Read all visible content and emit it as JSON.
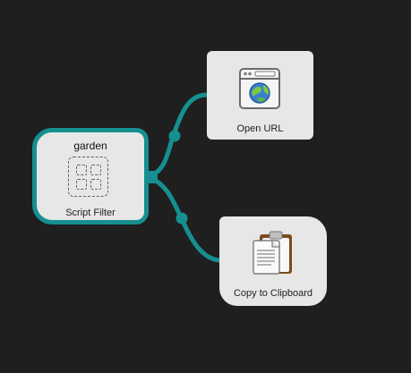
{
  "workflow": {
    "nodes": [
      {
        "title": "garden",
        "label": "Script Filter",
        "icon": "script-filter-icon",
        "selected": true
      },
      {
        "label": "Open URL",
        "icon": "browser-globe-icon",
        "selected": false
      },
      {
        "label": "Copy to Clipboard",
        "icon": "clipboard-icon",
        "selected": false
      }
    ],
    "colors": {
      "canvas": "#1f1f1f",
      "node": "#e7e7e7",
      "connection": "#168f90"
    }
  }
}
